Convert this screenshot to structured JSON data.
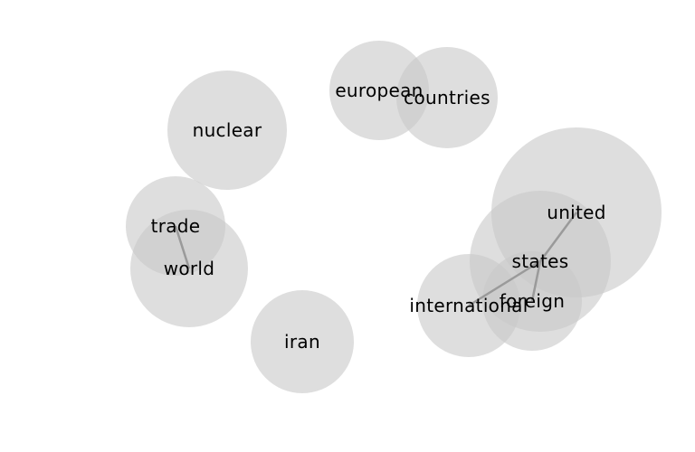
{
  "words": [
    {
      "id": "european",
      "label": "european"
    },
    {
      "id": "countries",
      "label": "countries"
    },
    {
      "id": "nuclear",
      "label": "nuclear"
    },
    {
      "id": "united",
      "label": "united"
    },
    {
      "id": "states",
      "label": "states"
    },
    {
      "id": "trade",
      "label": "trade"
    },
    {
      "id": "world",
      "label": "world"
    },
    {
      "id": "international",
      "label": "international"
    },
    {
      "id": "foreign",
      "label": "foreign"
    },
    {
      "id": "iran",
      "label": "iran"
    }
  ],
  "links": [
    [
      "trade",
      "world"
    ],
    [
      "united",
      "states"
    ],
    [
      "states",
      "international"
    ],
    [
      "states",
      "foreign"
    ]
  ]
}
